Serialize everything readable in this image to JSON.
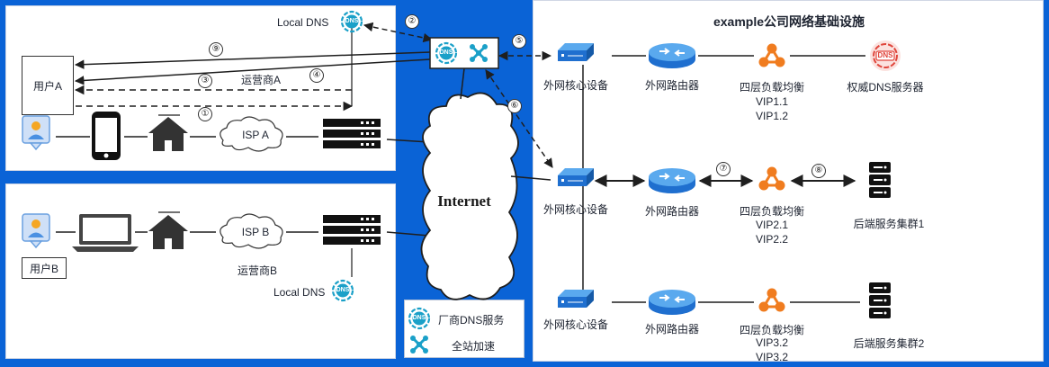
{
  "title": "example公司网络基础设施",
  "user_a": "用户A",
  "user_b": "用户B",
  "carrier_a": "运营商A",
  "carrier_b": "运营商B",
  "isp_a": "ISP A",
  "isp_b": "ISP B",
  "local_dns": "Local DNS",
  "internet": "Internet",
  "dns_glyph": "DNS",
  "steps": [
    "①",
    "②",
    "③",
    "④",
    "⑤",
    "⑥",
    "⑦",
    "⑧",
    "⑨"
  ],
  "rows": [
    {
      "core": "外网核心设备",
      "router": "外网路由器",
      "lb": "四层负载均衡",
      "vips": [
        "VIP1.1",
        "VIP1.2"
      ],
      "end": "权威DNS服务器"
    },
    {
      "core": "外网核心设备",
      "router": "外网路由器",
      "lb": "四层负载均衡",
      "vips": [
        "VIP2.1",
        "VIP2.2"
      ],
      "end": "后端服务集群1"
    },
    {
      "core": "外网核心设备",
      "router": "外网路由器",
      "lb": "四层负载均衡",
      "vips": [
        "VIP3.2",
        "VIP3.2"
      ],
      "end": "后端服务集群2"
    }
  ],
  "legend": {
    "vendor_dns": "厂商DNS服务",
    "acceleration": "全站加速"
  },
  "colors": {
    "background": "#0a63d6",
    "dns_teal": "#1aa0c8",
    "lb_orange": "#f07c1f",
    "router_blue": "#2f8fe0",
    "dns_red": "#e0463c"
  }
}
